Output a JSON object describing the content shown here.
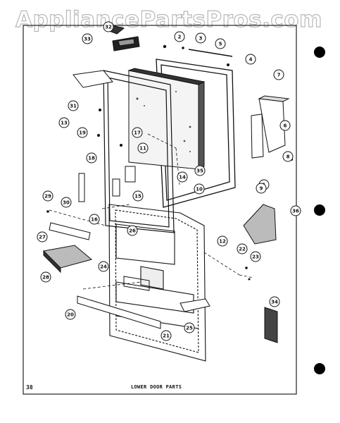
{
  "watermark": "AppliancePartsPros.com",
  "page_number": "38",
  "caption": "LOWER DOOR PARTS",
  "callouts": [
    "1",
    "2",
    "3",
    "4",
    "5",
    "6",
    "7",
    "8",
    "9",
    "10",
    "11",
    "12",
    "13",
    "14",
    "15",
    "16",
    "17",
    "18",
    "19",
    "20",
    "21",
    "22",
    "23",
    "24",
    "25",
    "26",
    "27",
    "28",
    "29",
    "30",
    "31",
    "32",
    "33",
    "34",
    "35",
    "36"
  ]
}
